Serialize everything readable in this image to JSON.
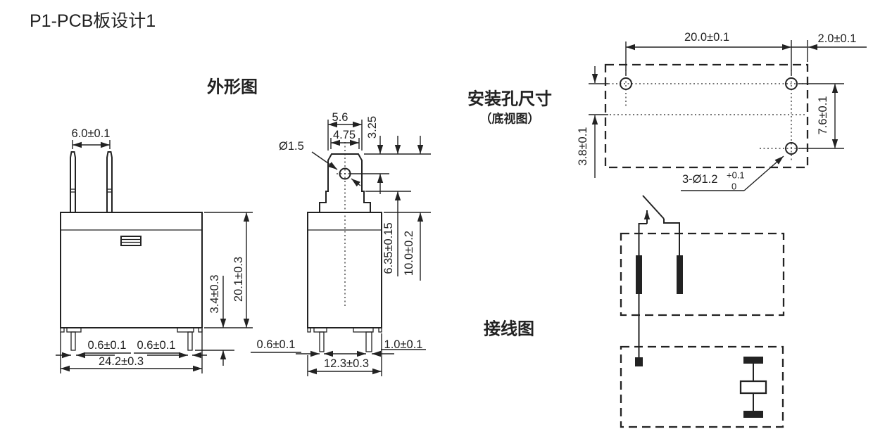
{
  "title": "P1-PCB板设计1",
  "colors": {
    "ink": "#222222",
    "background": "#ffffff"
  },
  "labels": {
    "outline": "外形图",
    "mounting": "安装孔尺寸",
    "mounting_sub": "（底视图）",
    "wiring": "接线图"
  },
  "front_view": {
    "pin_spacing": "6.0±0.1",
    "body_height": "20.1±0.3",
    "pin_length": "3.4±0.3",
    "pin_width_left": "0.6±0.1",
    "pin_width_right": "0.6±0.1",
    "body_width": "24.2±0.3"
  },
  "side_view": {
    "tab_width": "5.6",
    "tab_top_width": "4.75",
    "hole_from_top": "3.25",
    "hole_diameter": "Ø1.5",
    "step_from_top": "6.35±0.15",
    "tab_height": "10.0±0.2",
    "pin_width_left": "0.6±0.1",
    "pin_width_right": "1.0±0.1",
    "body_width": "12.3±0.3"
  },
  "mounting_view": {
    "hole_pitch_x": "20.0±0.1",
    "hole_to_edge": "2.0±0.1",
    "hole_pitch_y": "7.6±0.1",
    "hole_row_offset": "3.8±0.1",
    "hole_callout": "3-Ø1.2",
    "tolerance_upper": "+0.1",
    "tolerance_lower": "0"
  }
}
